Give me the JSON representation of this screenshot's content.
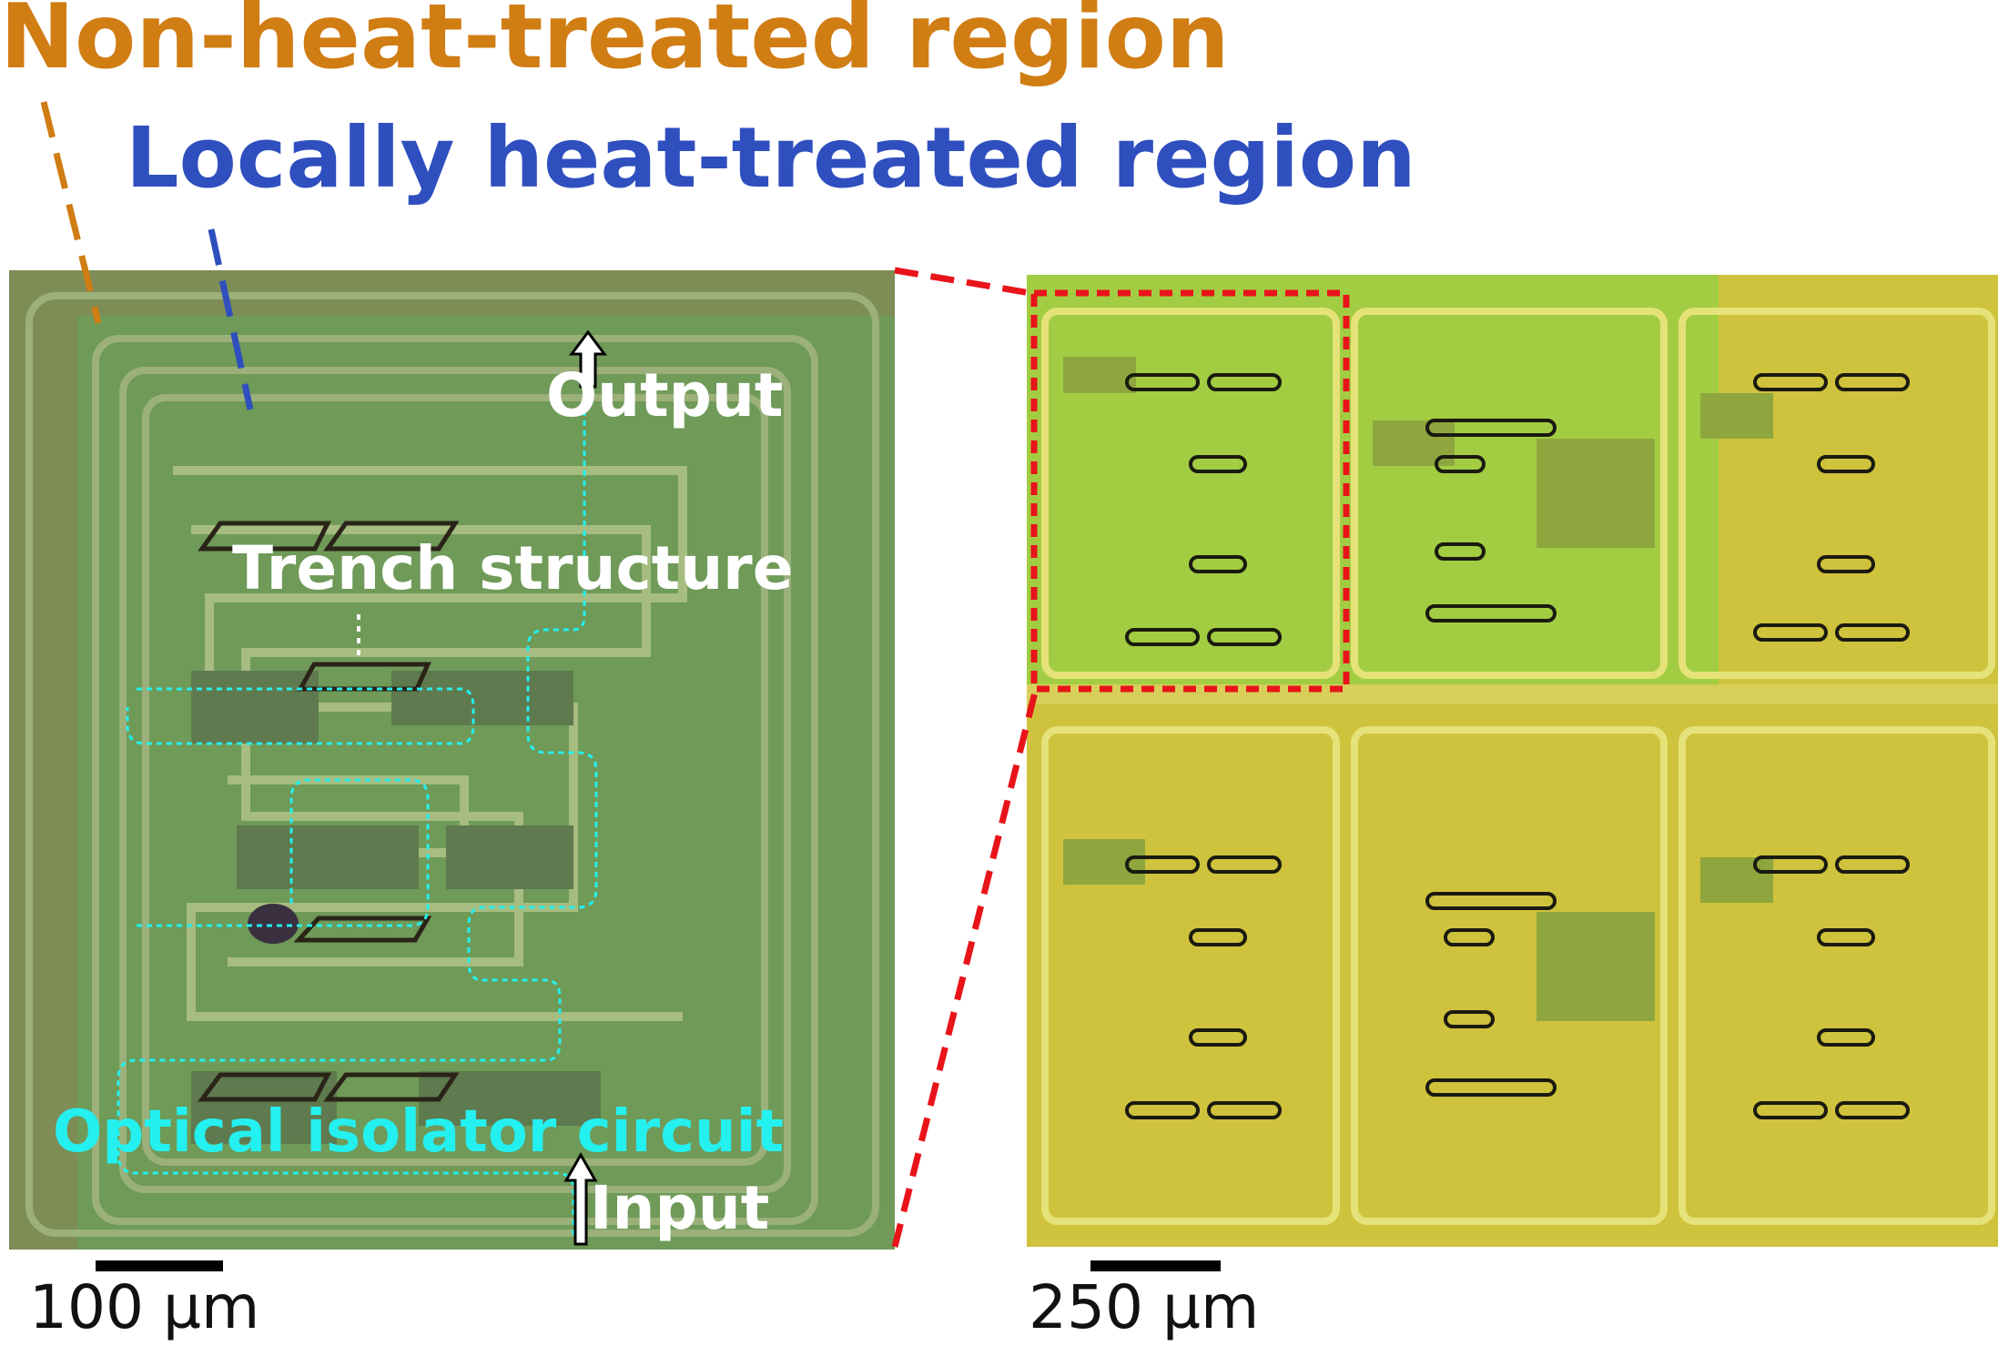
{
  "labels": {
    "non_heat_treated": "Non-heat-treated region",
    "locally_heat_treated": "Locally heat-treated region",
    "output": "Output",
    "trench_structure": "Trench structure",
    "optical_isolator_circuit": "Optical isolator circuit",
    "input": "Input"
  },
  "scale_bars": {
    "left": "100 µm",
    "right": "250 µm"
  },
  "colors": {
    "non_heat_treated": "#d07d14",
    "locally_heat_treated": "#2f4fbf",
    "isolator_circuit": "#24f0ef",
    "zoom_indicator": "#e8141a",
    "left_background": "#7e8d55",
    "heat_treated_area": "#6f9a58",
    "right_background": "#c8bc3a",
    "right_heat_treated": "#8fcf45"
  },
  "icons": {
    "output_arrow": "arrow-up-icon",
    "input_arrow": "arrow-up-icon"
  }
}
